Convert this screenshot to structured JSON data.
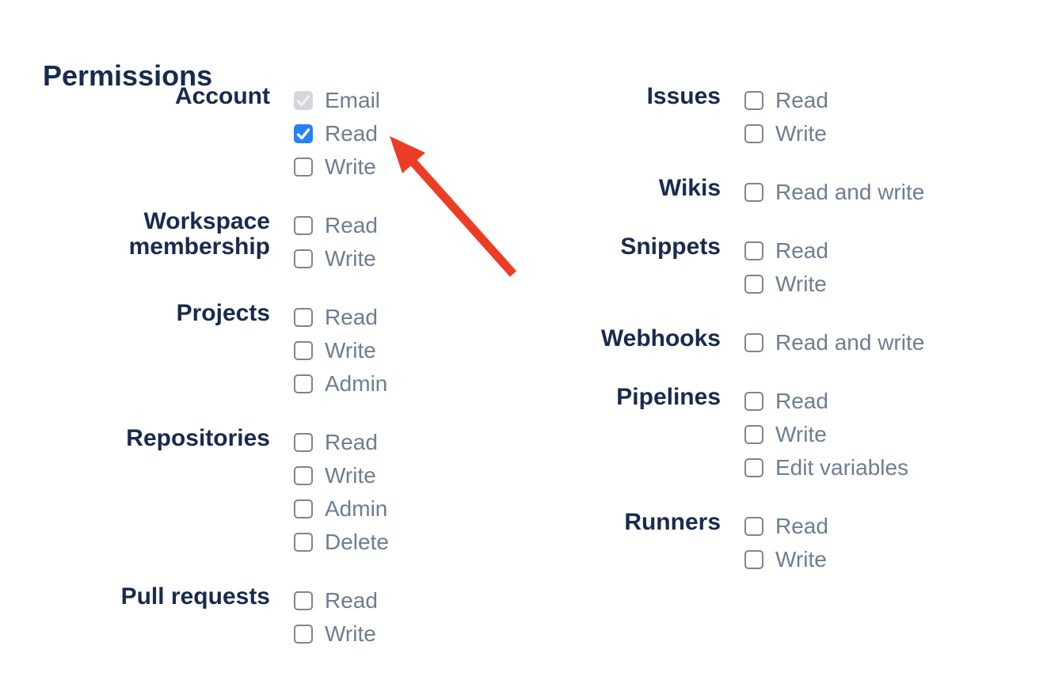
{
  "heading": "Permissions",
  "columns": [
    {
      "groups": [
        {
          "label": "Account",
          "options": [
            {
              "label": "Email",
              "state": "disabled_checked"
            },
            {
              "label": "Read",
              "state": "checked"
            },
            {
              "label": "Write",
              "state": "unchecked"
            }
          ]
        },
        {
          "label": "Workspace\nmembership",
          "options": [
            {
              "label": "Read",
              "state": "unchecked"
            },
            {
              "label": "Write",
              "state": "unchecked"
            }
          ]
        },
        {
          "label": "Projects",
          "options": [
            {
              "label": "Read",
              "state": "unchecked"
            },
            {
              "label": "Write",
              "state": "unchecked"
            },
            {
              "label": "Admin",
              "state": "unchecked"
            }
          ]
        },
        {
          "label": "Repositories",
          "options": [
            {
              "label": "Read",
              "state": "unchecked"
            },
            {
              "label": "Write",
              "state": "unchecked"
            },
            {
              "label": "Admin",
              "state": "unchecked"
            },
            {
              "label": "Delete",
              "state": "unchecked"
            }
          ]
        },
        {
          "label": "Pull requests",
          "options": [
            {
              "label": "Read",
              "state": "unchecked"
            },
            {
              "label": "Write",
              "state": "unchecked"
            }
          ]
        }
      ]
    },
    {
      "groups": [
        {
          "label": "Issues",
          "options": [
            {
              "label": "Read",
              "state": "unchecked"
            },
            {
              "label": "Write",
              "state": "unchecked"
            }
          ]
        },
        {
          "label": "Wikis",
          "options": [
            {
              "label": "Read and write",
              "state": "unchecked"
            }
          ]
        },
        {
          "label": "Snippets",
          "options": [
            {
              "label": "Read",
              "state": "unchecked"
            },
            {
              "label": "Write",
              "state": "unchecked"
            }
          ]
        },
        {
          "label": "Webhooks",
          "options": [
            {
              "label": "Read and write",
              "state": "unchecked"
            }
          ]
        },
        {
          "label": "Pipelines",
          "options": [
            {
              "label": "Read",
              "state": "unchecked"
            },
            {
              "label": "Write",
              "state": "unchecked"
            },
            {
              "label": "Edit variables",
              "state": "unchecked"
            }
          ]
        },
        {
          "label": "Runners",
          "options": [
            {
              "label": "Read",
              "state": "unchecked"
            },
            {
              "label": "Write",
              "state": "unchecked"
            }
          ]
        }
      ]
    }
  ],
  "annotation": {
    "type": "arrow",
    "color": "#ed3c25",
    "points_at": "account-read-checkbox"
  },
  "colors": {
    "heading_text": "#172b4d",
    "group_label_text": "#172b4d",
    "option_text": "#6e7d92",
    "checkbox_border": "#7f858e",
    "checkbox_checked_bg": "#2483f7",
    "checkbox_checked_check": "#ffffff",
    "checkbox_disabled_bg": "#d3d6da",
    "checkbox_disabled_check": "#eef0f2",
    "arrow": "#ed3c25"
  }
}
